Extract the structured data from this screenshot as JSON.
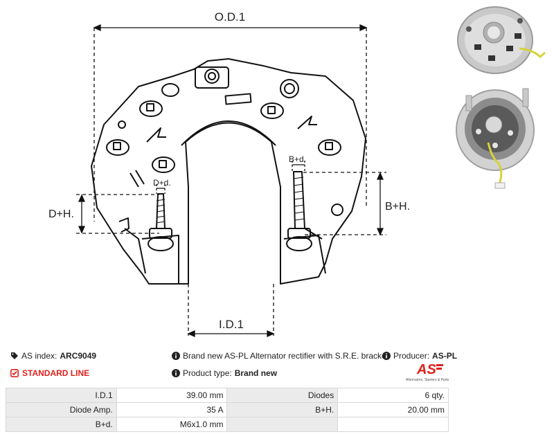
{
  "drawing": {
    "od_label": "O.D.1",
    "id_label": "I.D.1",
    "dh_label": "D+H.",
    "dd_label": "D+d.",
    "bh_label": "B+H.",
    "bd_label": "B+d."
  },
  "photos": {
    "top_icon": "rectifier-photo-icon",
    "bottom_icon": "rectifier-with-bracket-photo-icon"
  },
  "info": {
    "index_label": "AS index:",
    "index_value": "ARC9049",
    "description": "Brand new AS-PL Alternator rectifier with S.R.E. bracket",
    "producer_label": "Producer:",
    "producer_value": "AS-PL",
    "line_label": "STANDARD LINE",
    "type_label": "Product type:",
    "type_value": "Brand new",
    "logo_text": "AS",
    "logo_sub": "Alternators, Starters & Parts"
  },
  "specs": [
    {
      "k1": "I.D.1",
      "v1": "39.00 mm",
      "k2": "Diodes",
      "v2": "6 qty."
    },
    {
      "k1": "Diode Amp.",
      "v1": "35 A",
      "k2": "B+H.",
      "v2": "20.00 mm"
    },
    {
      "k1": "B+d.",
      "v1": "M6x1.0 mm",
      "k2": "",
      "v2": ""
    }
  ],
  "colors": {
    "accent": "#e0201b",
    "label_bg": "#ebebeb",
    "border": "#d8d8d8"
  }
}
